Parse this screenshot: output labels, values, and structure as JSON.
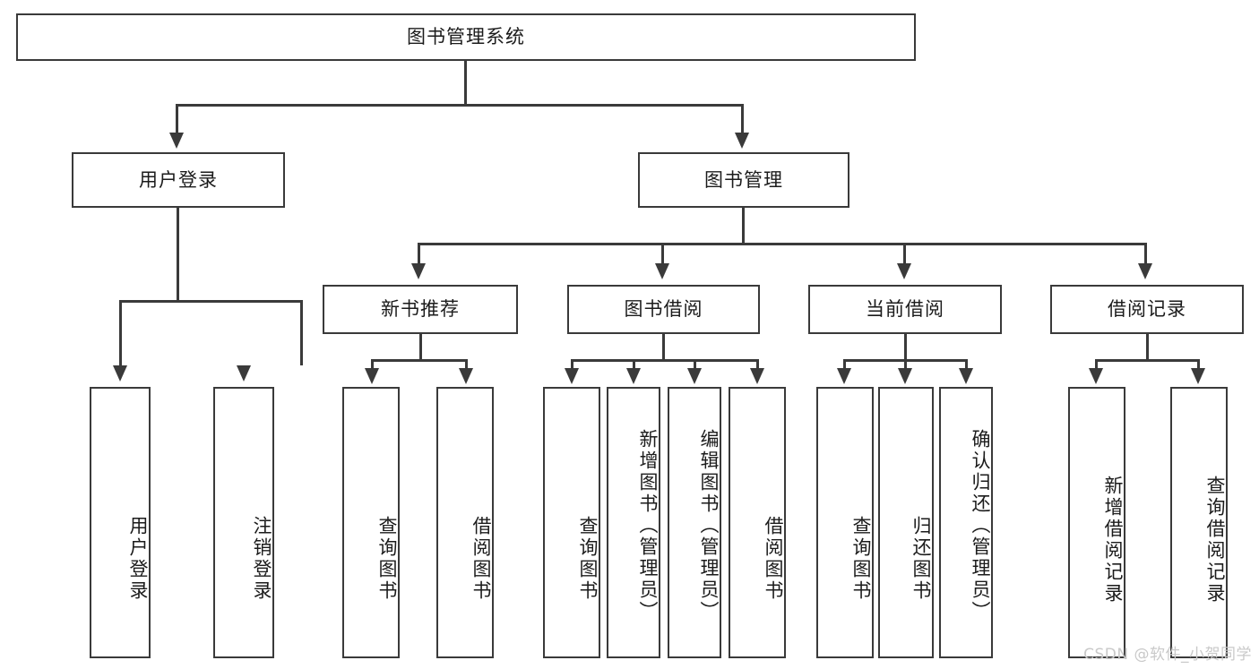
{
  "diagram": {
    "type": "tree-hierarchy",
    "title": "图书管理系统",
    "background_color": "#ffffff",
    "line_color": "#3a3a3a",
    "text_color": "#1b1b1b",
    "root": {
      "label": "图书管理系统"
    },
    "level2": [
      {
        "label": "用户登录"
      },
      {
        "label": "图书管理"
      }
    ],
    "level3": [
      {
        "label": "新书推荐"
      },
      {
        "label": "图书借阅"
      },
      {
        "label": "当前借阅"
      },
      {
        "label": "借阅记录"
      }
    ],
    "leaves": {
      "user_login": [
        {
          "label": "用户登录"
        },
        {
          "label": "注销登录"
        }
      ],
      "new_book_recommend": [
        {
          "label": "查询图书"
        },
        {
          "label": "借阅图书"
        }
      ],
      "book_borrow": [
        {
          "label": "查询图书"
        },
        {
          "label": "新增图书（管理员）"
        },
        {
          "label": "编辑图书（管理员）"
        },
        {
          "label": "借阅图书"
        }
      ],
      "current_borrow": [
        {
          "label": "查询图书"
        },
        {
          "label": "归还图书"
        },
        {
          "label": "确认归还（管理员）"
        }
      ],
      "borrow_records": [
        {
          "label": "新增借阅记录"
        },
        {
          "label": "查询借阅记录"
        }
      ]
    }
  },
  "watermark": {
    "text": "CSDN @软件_小贺同学"
  }
}
